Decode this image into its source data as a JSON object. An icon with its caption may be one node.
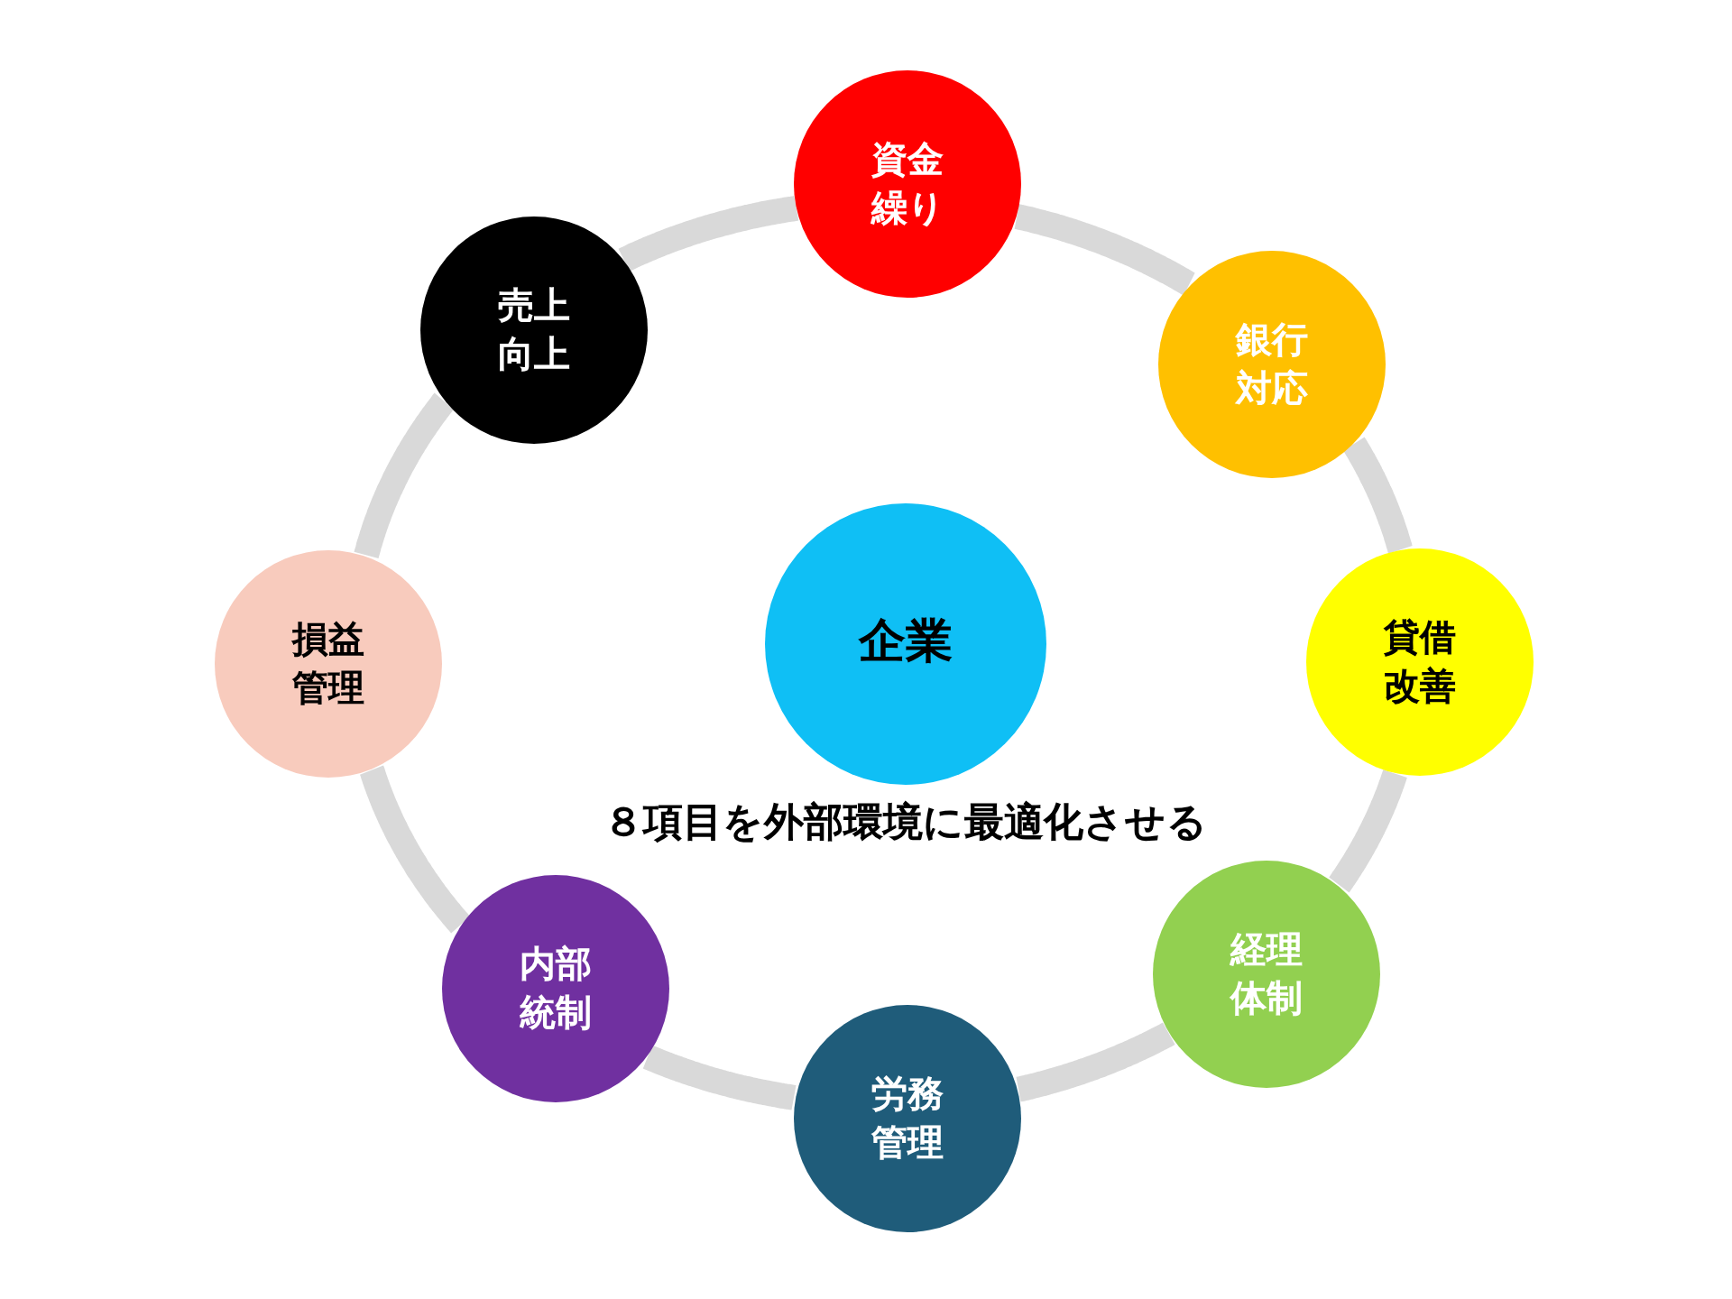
{
  "diagram": {
    "nodes": [
      {
        "text": [
          "資金繰り"
        ]
      },
      {
        "text": [
          "銀行対応"
        ]
      },
      {
        "text": [
          "貸借改善"
        ]
      },
      {
        "text": [
          "経理体制"
        ]
      },
      {
        "text": [
          "労務管理"
        ]
      },
      {
        "text": [
          "内部統制"
        ]
      },
      {
        "text": [
          "損益管理"
        ]
      },
      {
        "text": [
          "売上向上"
        ]
      },
      {
        "text": [
          "企業"
        ]
      }
    ],
    "edges": [
      {
        "from": 0,
        "to": 1,
        "arrow": "none"
      },
      {
        "from": 1,
        "to": 2,
        "arrow": "none"
      },
      {
        "from": 2,
        "to": 3,
        "arrow": "none"
      },
      {
        "from": 3,
        "to": 4,
        "arrow": "none"
      },
      {
        "from": 4,
        "to": 5,
        "arrow": "none"
      },
      {
        "from": 5,
        "to": 6,
        "arrow": "none"
      },
      {
        "from": 6,
        "to": 7,
        "arrow": "none"
      },
      {
        "from": 7,
        "to": 0,
        "arrow": "none"
      }
    ],
    "labels": [
      "８項目を外部環境に最適化させる"
    ]
  }
}
